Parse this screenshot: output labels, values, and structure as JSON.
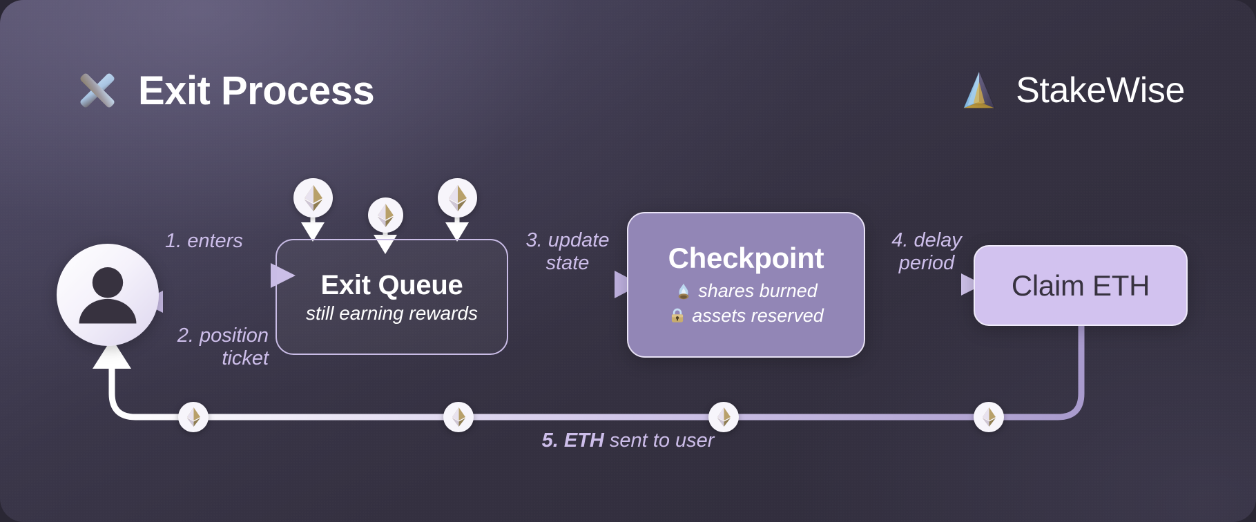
{
  "header": {
    "icon": "cross-mark-emoji",
    "title": "Exit Process",
    "brand_icon": "stakewise-pyramid-logo",
    "brand": "StakeWise"
  },
  "diagram": {
    "actor": {
      "icon": "user-avatar-icon",
      "name": "user"
    },
    "nodes": [
      {
        "id": "exit-queue",
        "title": "Exit Queue",
        "subtitle": "still earning rewards",
        "style": "outlined-dark",
        "border_color": "#c9bce6",
        "text_color": "#ffffff"
      },
      {
        "id": "checkpoint",
        "title": "Checkpoint",
        "details": [
          {
            "icon": "fire-emoji",
            "text": "shares burned"
          },
          {
            "icon": "lock-emoji",
            "text": "assets reserved"
          }
        ],
        "style": "filled-purple",
        "fill_color": "#9286b6",
        "text_color": "#ffffff"
      },
      {
        "id": "claim-eth",
        "title": "Claim ETH",
        "style": "filled-lavender",
        "fill_color": "#d2c2ef",
        "text_color": "#37323f"
      }
    ],
    "steps": [
      {
        "n": "1.",
        "label": "1. enters"
      },
      {
        "n": "2.",
        "label": "2. position\nticket"
      },
      {
        "n": "3.",
        "label": "3. update\nstate"
      },
      {
        "n": "4.",
        "label": "4. delay\nperiod"
      }
    ],
    "bottom_step": {
      "bold": "5. ETH",
      "rest": " sent to user"
    },
    "tokens": {
      "icon": "ethereum-diamond-icon",
      "inflow_count": 3,
      "return_flow_count": 4
    }
  },
  "colors": {
    "background_start": "#55506b",
    "background_end": "#2f2c3b",
    "accent_lavender": "#cdbeea",
    "accent_purple": "#9286b6",
    "accent_light": "#d2c2ef",
    "text_light": "#ffffff"
  }
}
